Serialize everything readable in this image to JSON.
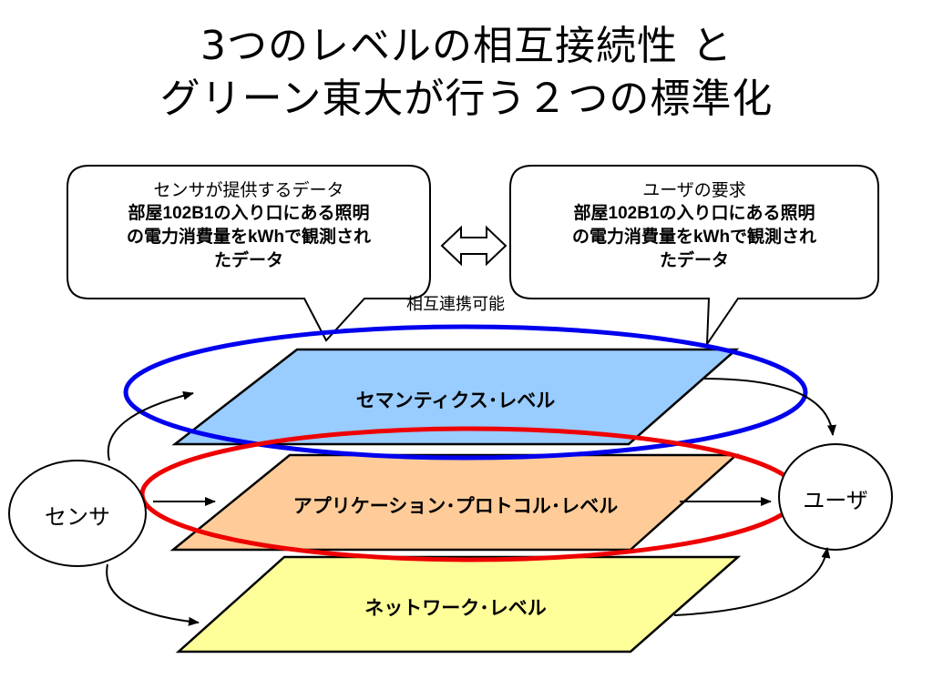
{
  "title": {
    "line1": "3つのレベルの相互接続性 と",
    "line2": "グリーン東大が行う２つの標準化"
  },
  "callouts": {
    "sensor": {
      "line1": "センサが提供するデータ",
      "line2": "部屋102B1の入り口にある照明",
      "line3": "の電力消費量をkWhで観測され",
      "line4": "たデータ"
    },
    "user": {
      "line1": "ユーザの要求",
      "line2": "部屋102B1の入り口にある照明",
      "line3": "の電力消費量をkWhで観測され",
      "line4": "たデータ"
    }
  },
  "interop_label": "相互連携可能",
  "layers": {
    "semantics": "セマンティクス･レベル",
    "application": "アプリケーション･プロトコル･レベル",
    "network": "ネットワーク･レベル"
  },
  "nodes": {
    "sensor": "センサ",
    "user": "ユーザ"
  },
  "colors": {
    "semantics_fill": "#99ccff",
    "application_fill": "#ffcc99",
    "network_fill": "#ffff99",
    "blue_ellipse": "#0000ee",
    "red_ellipse": "#ee0000"
  }
}
